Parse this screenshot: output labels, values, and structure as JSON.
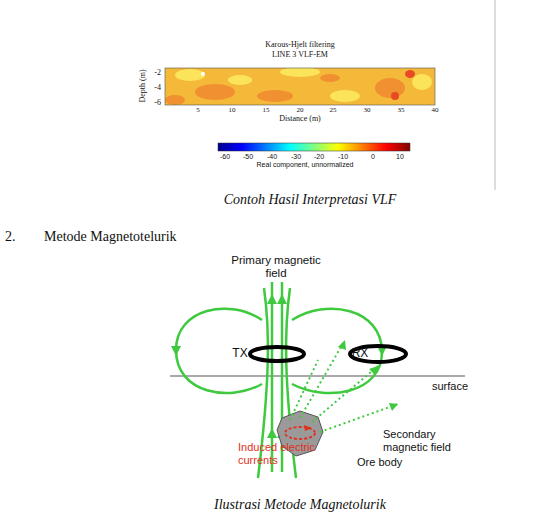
{
  "diagram": {
    "labels": [
      "Karous-Hjelt filtering",
      "LINE 3 VLF-EM",
      "Depth (m)",
      "-2",
      "-4",
      "-6",
      "5",
      "10",
      "15",
      "20",
      "25",
      "30",
      "35",
      "40",
      "Distance (m)",
      "-60",
      "-50",
      "-40",
      "-30",
      "-20",
      "-10",
      "0",
      "10",
      "Real component, unnormalized",
      "Contoh Hasil Interpretasi VLF",
      "2.",
      "Metode Magnetotelurik",
      "Primary magnetic field",
      "TX",
      "RX",
      "surface",
      "Secondary magnetic field",
      "Induced electric currents",
      "Ore body",
      "Ilustrasi Metode Magnetolurik"
    ]
  }
}
